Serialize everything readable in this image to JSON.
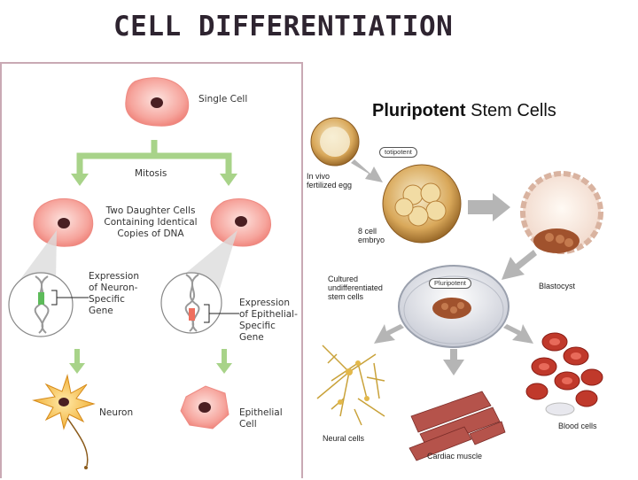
{
  "title": "CELL DIFFERENTIATION",
  "left": {
    "single_cell": "Single Cell",
    "mitosis": "Mitosis",
    "daughter_cells": "Two Daughter Cells Containing Identical Copies of DNA",
    "neuron_expression": "Expression of Neuron-Specific Gene",
    "epithelial_expression": "Expression of Epithelial-Specific Gene",
    "neuron": "Neuron",
    "epithelial_cell": "Epithelial Cell"
  },
  "right": {
    "title_bold": "Pluripotent",
    "title_rest": " Stem Cells",
    "totipotent_tag": "totipotent",
    "in_vivo": "In vivo fertilized egg",
    "eight_cell": "8 cell embryo",
    "blastocyst": "Blastocyst",
    "cultured": "Cultured undifferentiated stem cells",
    "pluripotent_tag": "Pluripotent",
    "neural": "Neural cells",
    "cardiac": "Cardiac muscle",
    "blood": "Blood cells"
  }
}
